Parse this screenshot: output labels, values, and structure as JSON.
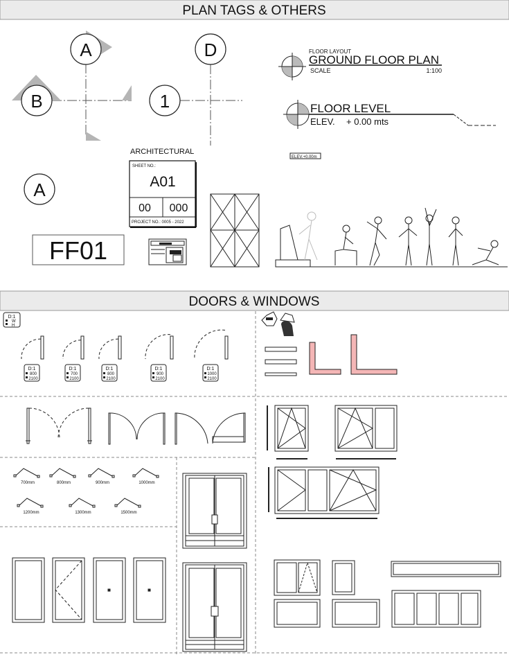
{
  "sections": {
    "plan_tags_title": "PLAN TAGS & OTHERS",
    "doors_windows_title": "DOORS & WINDOWS"
  },
  "grid_tags": {
    "a": "A",
    "b": "B",
    "d": "D",
    "one": "1"
  },
  "standalone_tag": "A",
  "floor_plan_tag": {
    "small_label": "FLOOR LAYOUT",
    "title": "GROUND FLOOR PLAN",
    "scale_label": "SCALE",
    "scale_value": "1:100"
  },
  "floor_level_tag": {
    "title": "FLOOR LEVEL",
    "elev_label": "ELEV.",
    "elev_value": "+ 0.00 mts"
  },
  "elev_mini_tag": "ELEV.+0.00m",
  "sheet_tag": {
    "discipline": "ARCHITECTURAL",
    "sheet_no_label": "SHEET NO.:",
    "sheet_no": "A01",
    "rev_left": "00",
    "rev_right": "000",
    "project_no": "PROJECT NO.: 0005 - 2022"
  },
  "room_tag": "FF01",
  "door_legend": {
    "title": "D:1",
    "w": "W",
    "h": "H"
  },
  "door_tags": [
    {
      "label": "D:1",
      "w": "800",
      "h": "2100"
    },
    {
      "label": "D:1",
      "w": "700",
      "h": "2100"
    },
    {
      "label": "D:1",
      "w": "800",
      "h": "2100"
    },
    {
      "label": "D:1",
      "w": "900",
      "h": "2100"
    },
    {
      "label": "D:1",
      "w": "1000",
      "h": "2100"
    }
  ],
  "door_swings": [
    "700mm",
    "800mm",
    "900mm",
    "1000mm",
    "1200mm",
    "1300mm",
    "1500mm"
  ],
  "colors": {
    "header_bg": "#ebebeb",
    "wall_fill": "#f4b6b6",
    "section_gray": "#bdbdbd"
  }
}
